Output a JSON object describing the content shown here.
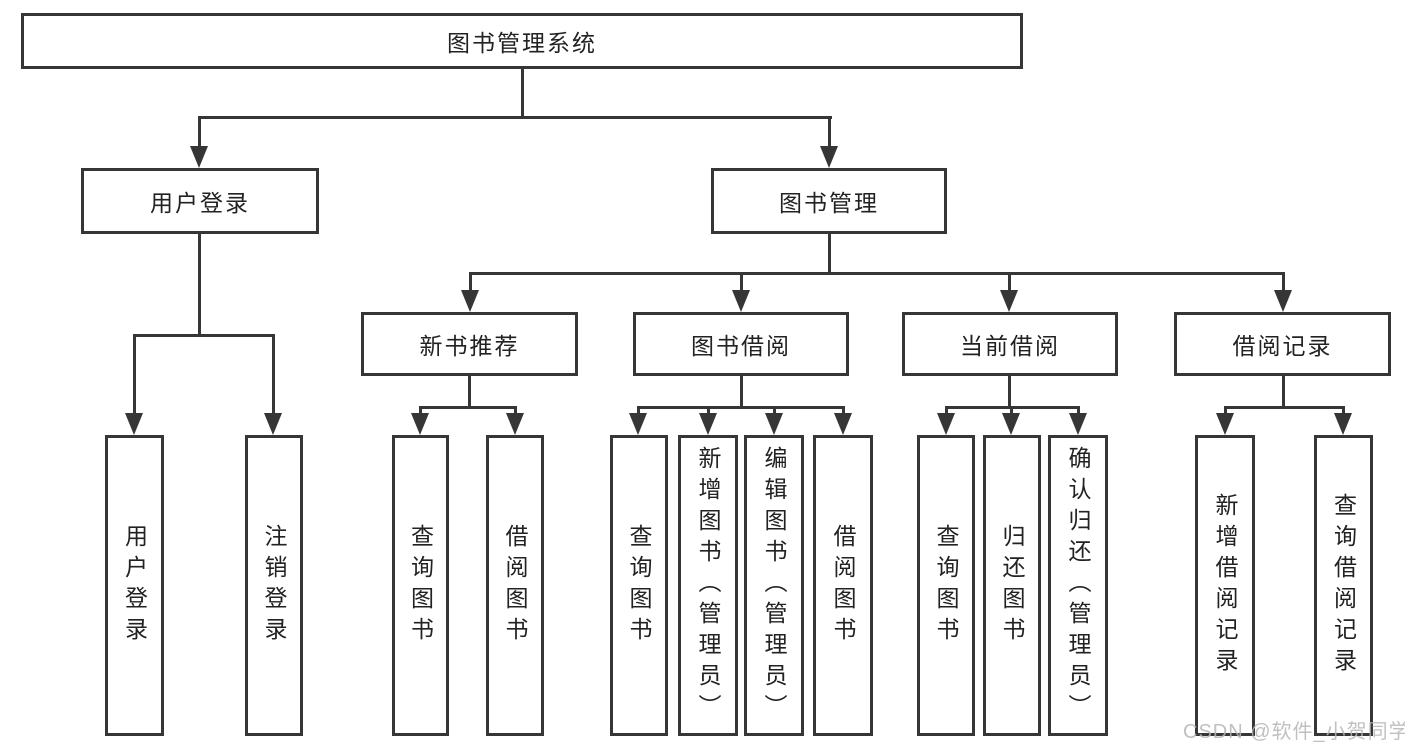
{
  "diagram": {
    "root": {
      "label": "图书管理系统"
    },
    "branches": [
      {
        "label": "用户登录",
        "children": [
          {
            "label": "用户登录"
          },
          {
            "label": "注销登录"
          }
        ]
      },
      {
        "label": "图书管理",
        "children": [
          {
            "label": "新书推荐",
            "children": [
              {
                "label": "查询图书"
              },
              {
                "label": "借阅图书"
              }
            ]
          },
          {
            "label": "图书借阅",
            "children": [
              {
                "label": "查询图书"
              },
              {
                "label": "新增图书（管理员）"
              },
              {
                "label": "编辑图书（管理员）"
              },
              {
                "label": "借阅图书"
              }
            ]
          },
          {
            "label": "当前借阅",
            "children": [
              {
                "label": "查询图书"
              },
              {
                "label": "归还图书"
              },
              {
                "label": "确认归还（管理员）"
              }
            ]
          },
          {
            "label": "借阅记录",
            "children": [
              {
                "label": "新增借阅记录"
              },
              {
                "label": "查询借阅记录"
              }
            ]
          }
        ]
      }
    ]
  },
  "watermark": {
    "text": "CSDN @软件_小贺同学"
  },
  "colors": {
    "line": "#363636",
    "text": "#222222",
    "watermark": "#b6b6b6",
    "background": "#ffffff"
  }
}
